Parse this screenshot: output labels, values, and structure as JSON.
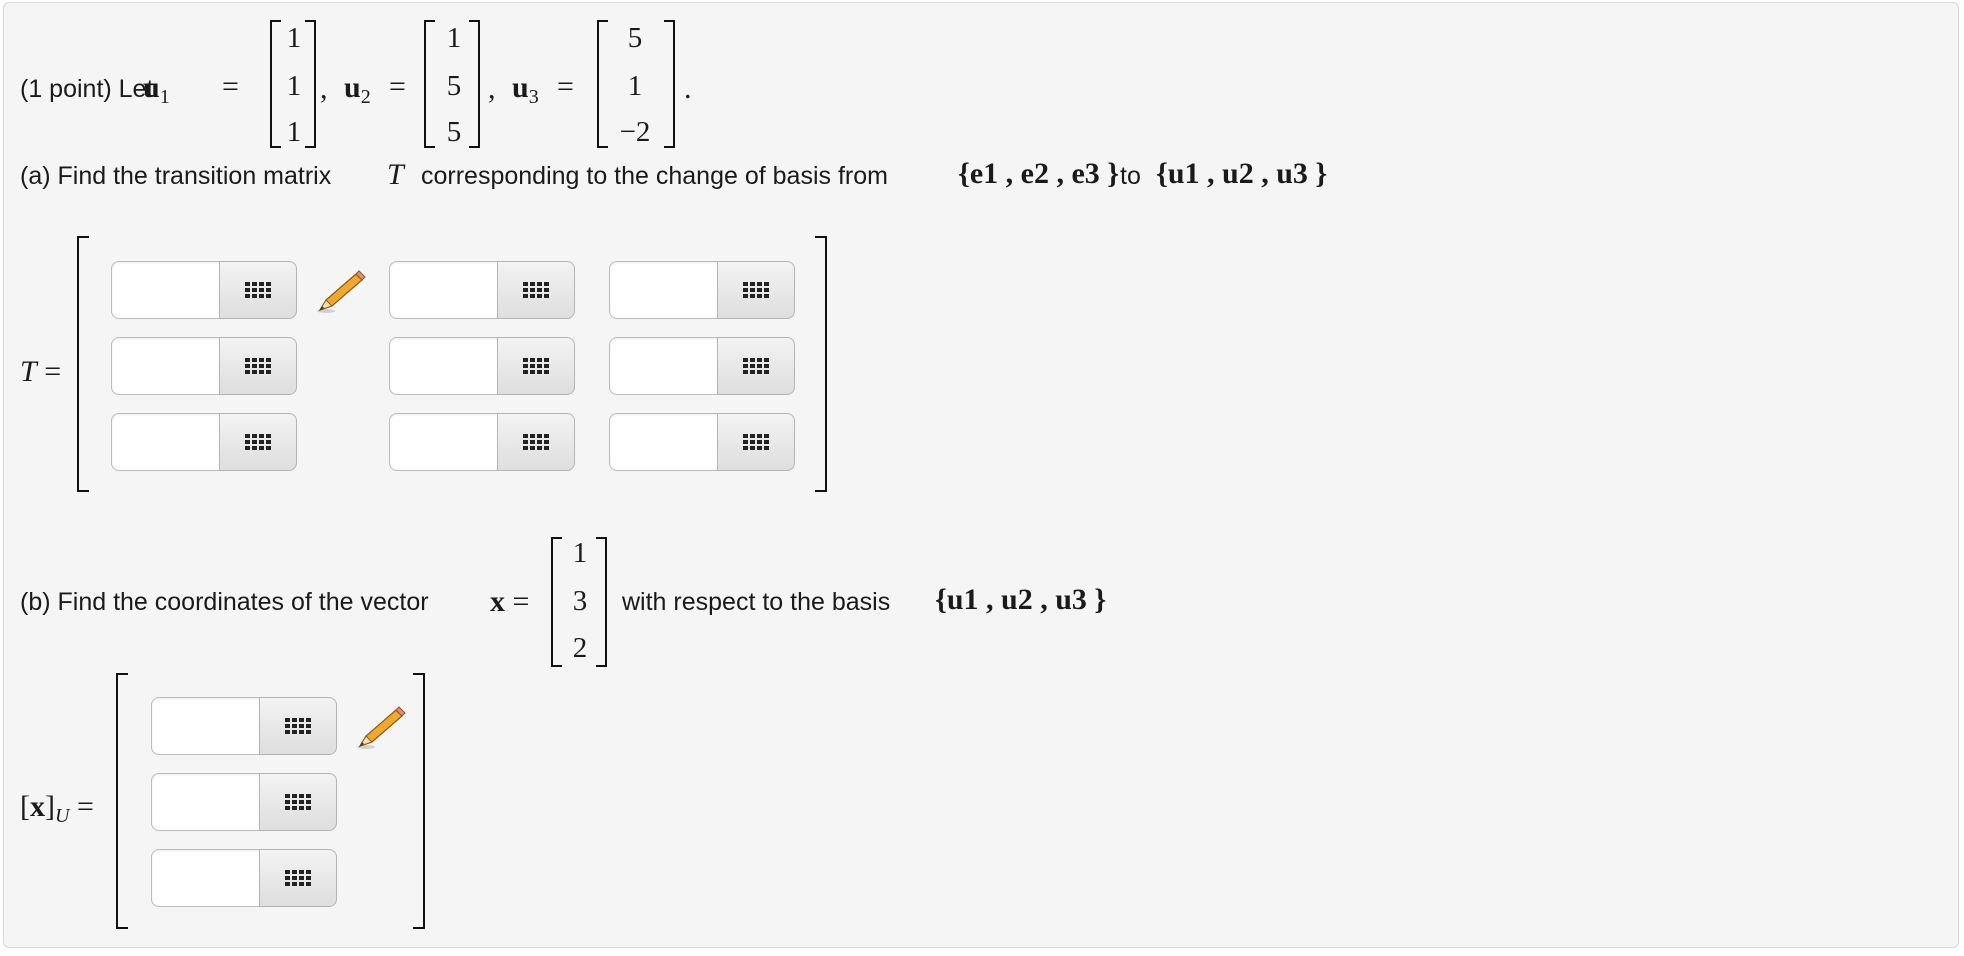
{
  "intro": {
    "prefix": "(1 point) Let",
    "u1_name": "u",
    "u1_sub": "1",
    "u2_name": "u",
    "u2_sub": "2",
    "u3_name": "u",
    "u3_sub": "3",
    "equals": "=",
    "comma": ",",
    "period": ".",
    "u1": [
      "1",
      "1",
      "1"
    ],
    "u2": [
      "1",
      "5",
      "5"
    ],
    "u3": [
      "5",
      "1",
      "−2"
    ]
  },
  "part_a": {
    "prefix": "(a) Find the transition matrix",
    "matrix_symbol": "T",
    "middle": "corresponding to the change of basis from",
    "from_basis": "{e1 , e2 , e3 }",
    "connector": "to",
    "to_basis": "{u1 , u2 , u3 }",
    "lhs": "T ="
  },
  "part_b": {
    "prefix": "(b) Find the coordinates of the vector",
    "vector_lhs": "x =",
    "x": [
      "1",
      "3",
      "2"
    ],
    "suffix": "with respect to the basis",
    "basis": "{u1 , u2 , u3 }",
    "lhs": "[x]U ="
  },
  "icons": {
    "grid": "grid-icon",
    "pencil": "pencil-icon"
  },
  "colors": {
    "panel": "#f5f5f5",
    "border": "#d8d8d8",
    "pencil_body": "#f0a830"
  }
}
